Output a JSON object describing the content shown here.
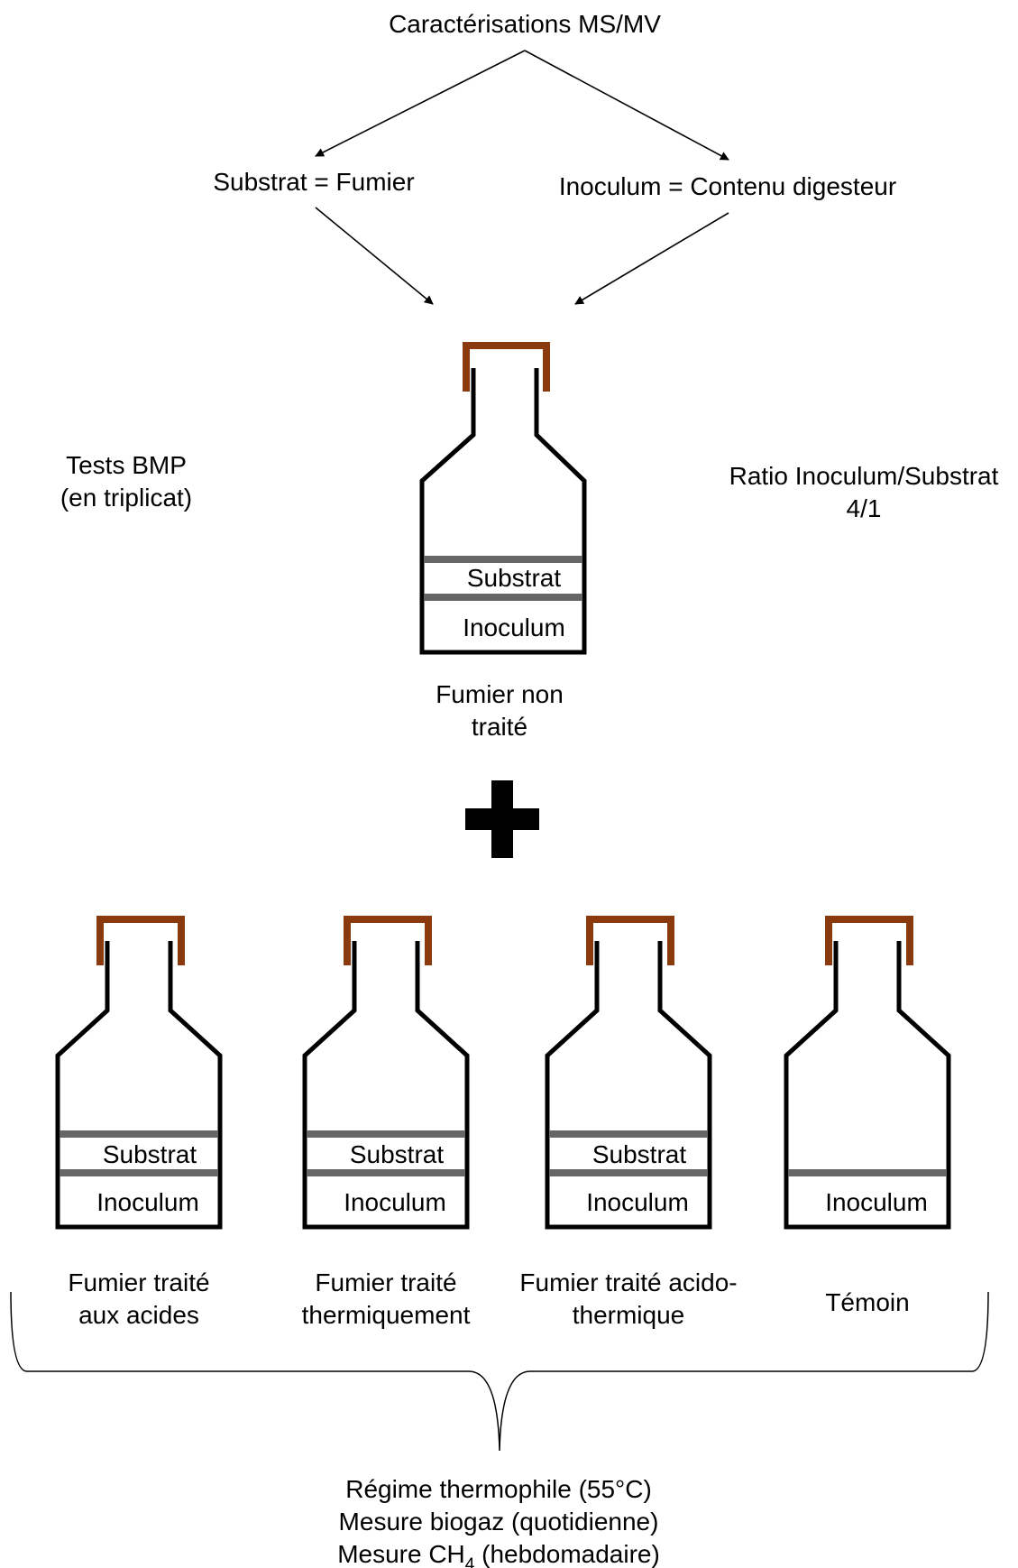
{
  "top": {
    "title": "Caractérisations MS/MV",
    "substrate": "Substrat = Fumier",
    "inoculum": "Inoculum = Contenu digesteur"
  },
  "side_notes": {
    "tests_line1": "Tests BMP",
    "tests_line2": "(en triplicat)",
    "ratio_line1": "Ratio Inoculum/Substrat",
    "ratio_line2": "4/1"
  },
  "layer_labels": {
    "substrate": "Substrat",
    "inoculum": "Inoculum"
  },
  "main_bottle": {
    "caption_line1": "Fumier non",
    "caption_line2": "traité"
  },
  "bottles": [
    {
      "caption_line1": "Fumier traité",
      "caption_line2": "aux acides",
      "has_substrate": true
    },
    {
      "caption_line1": "Fumier traité",
      "caption_line2": "thermiquement",
      "has_substrate": true
    },
    {
      "caption_line1": "Fumier traité acido-",
      "caption_line2": "thermique",
      "has_substrate": true
    },
    {
      "caption_line1": "Témoin",
      "caption_line2": "",
      "has_substrate": false
    }
  ],
  "conditions": {
    "line1": "Régime thermophile (55°C)",
    "line2": "Mesure biogaz (quotidienne)",
    "line3_prefix": "Mesure CH",
    "line3_sub": "4",
    "line3_suffix": " (hebdomadaire)"
  },
  "colors": {
    "cap": "#8B3A0E",
    "bottle": "#000000",
    "layer_line": "#666666"
  }
}
